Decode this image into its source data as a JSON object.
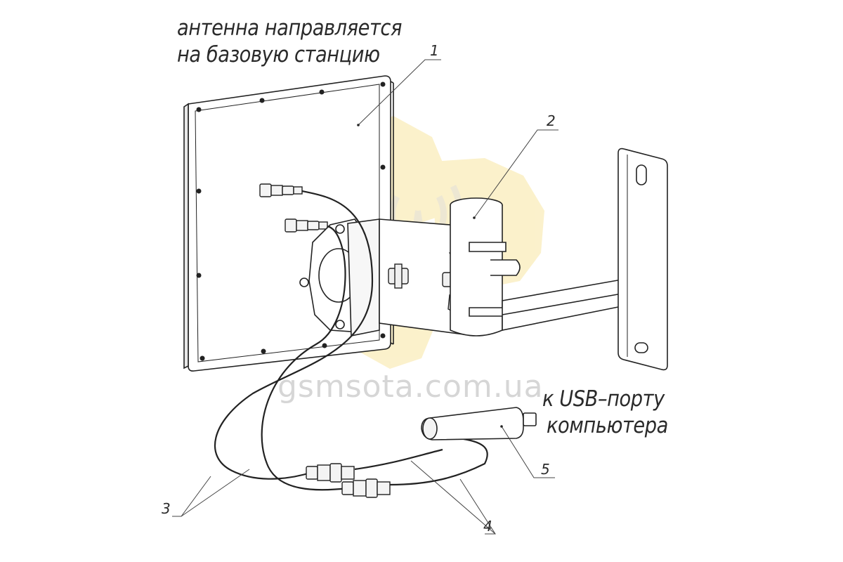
{
  "captions": {
    "top_line_1": "антенна направляется",
    "top_line_2": "на базовую станцию",
    "usb_line_1": "к USB–порту",
    "usb_line_2": "компьютера"
  },
  "callouts": {
    "c1": "1",
    "c2": "2",
    "c3": "3",
    "c4": "4",
    "c5": "5"
  },
  "watermark": {
    "text": "gsmsota.com.ua"
  },
  "colors": {
    "logo_hex": "#fbf0c6",
    "stroke": "#222222"
  }
}
